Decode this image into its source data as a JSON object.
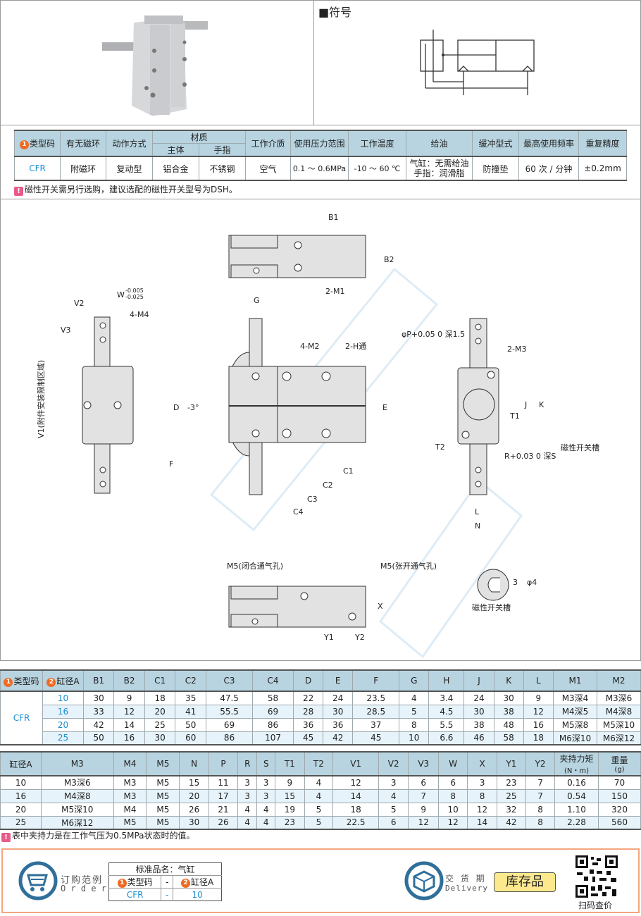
{
  "symbol_section": {
    "title": "■符号"
  },
  "spec_table": {
    "headers": {
      "type_code": "类型码",
      "magnet_ring": "有无磁环",
      "action": "动作方式",
      "material": "材质",
      "material_body": "主体",
      "material_finger": "手指",
      "medium": "工作介质",
      "pressure": "使用压力范围",
      "temperature": "工作温度",
      "lubrication": "给油",
      "cushion": "缓冲型式",
      "max_freq": "最高使用频率",
      "repeatability": "重复精度"
    },
    "row": {
      "type_code": "CFR",
      "magnet_ring": "附磁环",
      "action": "复动型",
      "material_body": "铝合金",
      "material_finger": "不锈钢",
      "medium": "空气",
      "pressure": "0.1 ～ 0.6MPa",
      "temperature": "-10 ～ 60 ℃",
      "lubrication_1": "气缸：无需给油",
      "lubrication_2": "手指：润滑脂",
      "cushion": "防撞垫",
      "max_freq": "60 次 / 分钟",
      "repeatability": "±0.2mm"
    },
    "note": "磁性开关需另行选购，建议选配的磁性开关型号为DSH。"
  },
  "drawing": {
    "labels": {
      "b1": "B1",
      "b2": "B2",
      "m1": "2-M1",
      "g": "G",
      "w_tol_upper": "-0.005",
      "w_tol_lower": "-0.025",
      "w": "W",
      "m4": "4-M4",
      "v2": "V2",
      "v3": "V3",
      "v1": "V1(附件安装限制区域)",
      "m2": "4-M2",
      "h": "2-H通",
      "d": "D",
      "angle": "-3°",
      "e": "E",
      "f": "F",
      "c1": "C1",
      "c2": "C2",
      "c3": "C3",
      "c4": "C4",
      "p": "φP+0.05 0 深1.5",
      "m3": "2-M3",
      "j": "J",
      "k": "K",
      "t1": "T1",
      "t2": "T2",
      "r": "R+0.03 0 深S",
      "slot": "磁性开关槽",
      "l": "L",
      "n": "N",
      "m5_close": "M5(闭合通气孔)",
      "m5_open": "M5(张开通气孔)",
      "x": "X",
      "y1": "Y1",
      "y2": "Y2",
      "slot_3": "3",
      "slot_d4": "φ4",
      "slot_title": "磁性开关槽"
    }
  },
  "dim_table_1": {
    "headers": [
      "类型码",
      "缸径A",
      "B1",
      "B2",
      "C1",
      "C2",
      "C3",
      "C4",
      "D",
      "E",
      "F",
      "G",
      "H",
      "J",
      "K",
      "L",
      "M1",
      "M2"
    ],
    "type_code": "CFR",
    "rows": [
      [
        "10",
        "30",
        "9",
        "18",
        "35",
        "47.5",
        "58",
        "22",
        "24",
        "23.5",
        "4",
        "3.4",
        "24",
        "30",
        "9",
        "M3深4",
        "M3深6"
      ],
      [
        "16",
        "33",
        "12",
        "20",
        "41",
        "55.5",
        "69",
        "28",
        "30",
        "28.5",
        "5",
        "4.5",
        "30",
        "38",
        "12",
        "M4深5",
        "M4深8"
      ],
      [
        "20",
        "42",
        "14",
        "25",
        "50",
        "69",
        "86",
        "36",
        "36",
        "37",
        "8",
        "5.5",
        "38",
        "48",
        "16",
        "M5深8",
        "M5深10"
      ],
      [
        "25",
        "50",
        "16",
        "30",
        "60",
        "86",
        "107",
        "45",
        "42",
        "45",
        "10",
        "6.6",
        "46",
        "58",
        "18",
        "M6深10",
        "M6深12"
      ]
    ]
  },
  "dim_table_2": {
    "headers": [
      "缸径A",
      "M3",
      "M4",
      "M5",
      "N",
      "P",
      "R",
      "S",
      "T1",
      "T2",
      "V1",
      "V2",
      "V3",
      "W",
      "X",
      "Y1",
      "Y2",
      "夹持力矩 (N·m)",
      "重量 (g)"
    ],
    "torque_h1": "夹持力矩",
    "torque_h2": "(N・m)",
    "weight_h1": "重量",
    "weight_h2": "(g)",
    "rows": [
      [
        "10",
        "M3深6",
        "M3",
        "M5",
        "15",
        "11",
        "3",
        "3",
        "9",
        "4",
        "12",
        "3",
        "6",
        "6",
        "3",
        "23",
        "7",
        "0.16",
        "70"
      ],
      [
        "16",
        "M4深8",
        "M3",
        "M5",
        "20",
        "17",
        "3",
        "3",
        "15",
        "4",
        "14",
        "4",
        "7",
        "8",
        "8",
        "25",
        "7",
        "0.54",
        "150"
      ],
      [
        "20",
        "M5深10",
        "M4",
        "M5",
        "26",
        "21",
        "4",
        "4",
        "19",
        "5",
        "18",
        "5",
        "9",
        "10",
        "12",
        "32",
        "8",
        "1.10",
        "320"
      ],
      [
        "25",
        "M6深12",
        "M5",
        "M5",
        "30",
        "26",
        "4",
        "4",
        "23",
        "5",
        "22.5",
        "6",
        "12",
        "12",
        "14",
        "42",
        "8",
        "2.28",
        "560"
      ]
    ],
    "note": "表中夹持力是在工作气压为0.5MPa状态时的值。"
  },
  "footer": {
    "order_cn": "订购范例",
    "order_en": "O r d e r",
    "std_name": "标准品名：气缸",
    "col1": "类型码",
    "dash": "-",
    "col2": "缸径A",
    "val1": "CFR",
    "val2": "10",
    "delivery_cn": "交 货 期",
    "delivery_en": "Delivery",
    "stock": "库存品",
    "qr_caption": "扫码查价",
    "icons": {
      "order": "shopping-cart-icon",
      "delivery": "box-icon",
      "qr": "qr-code-icon"
    },
    "colors": {
      "border": "#f4a57e",
      "icon_blue": "#2f6f9a",
      "stock_bg": "#fce98e"
    }
  }
}
